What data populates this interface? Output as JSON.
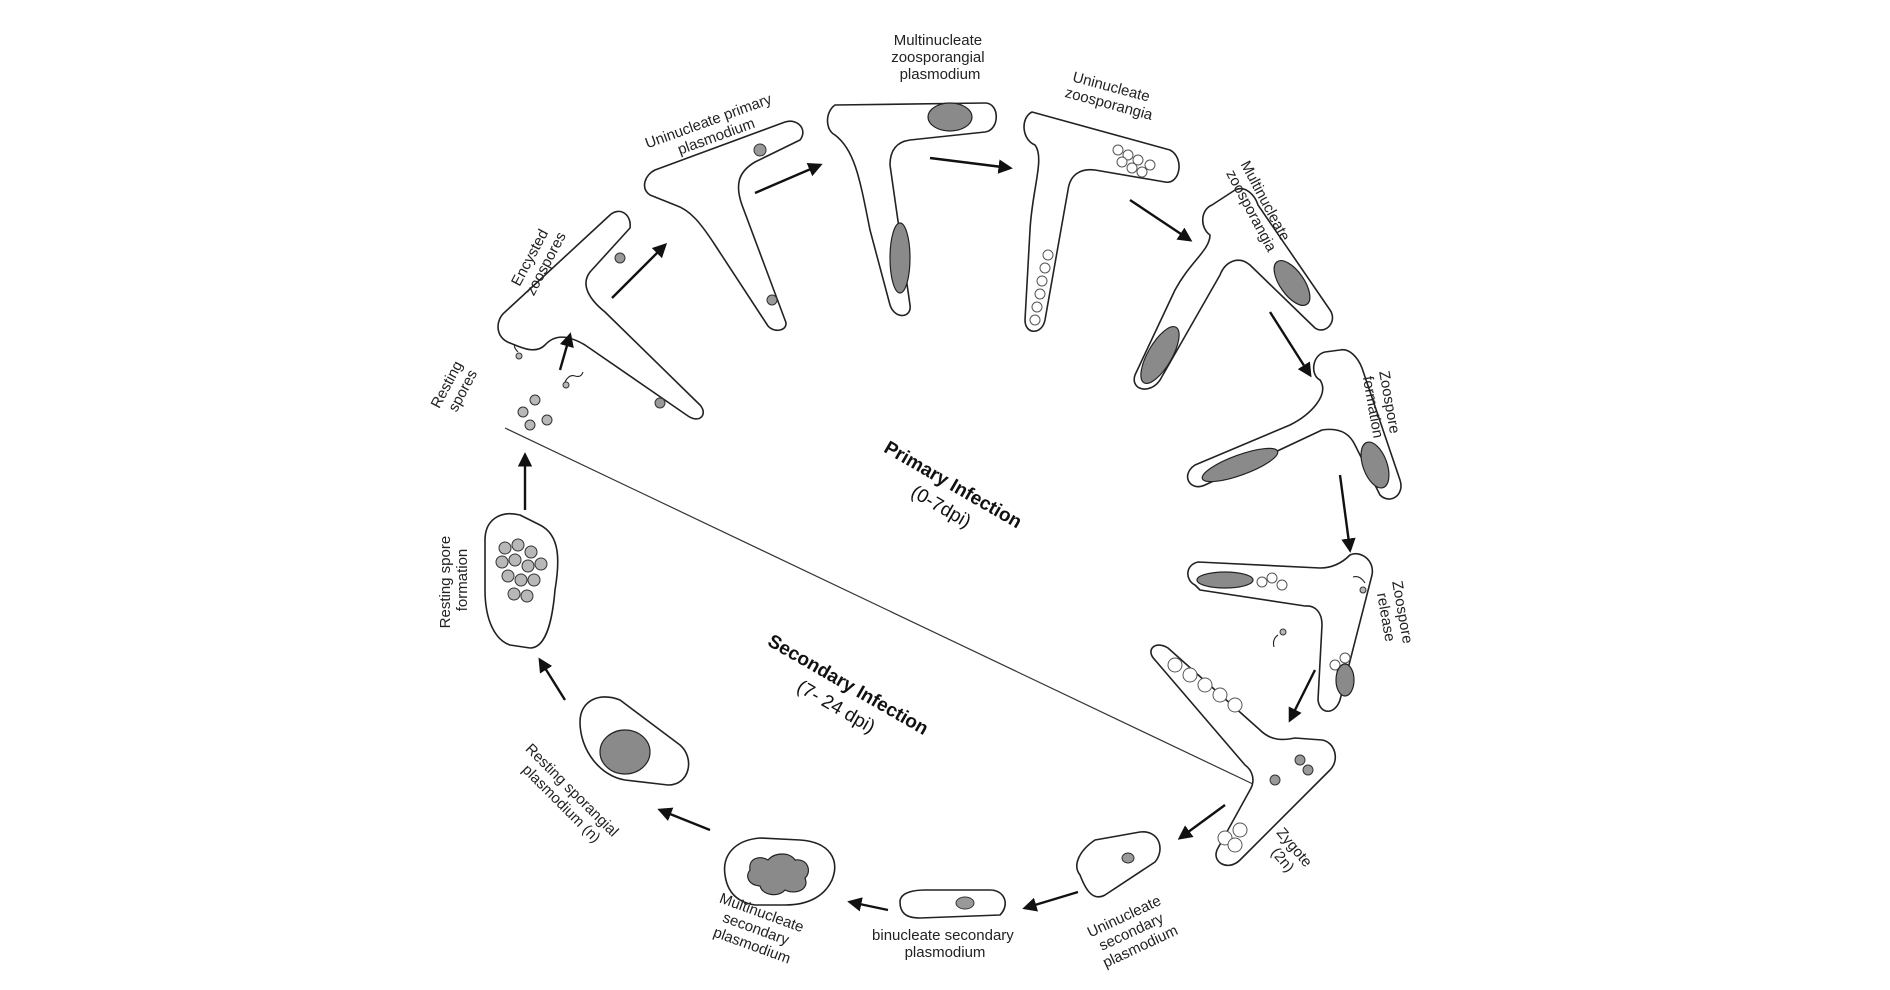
{
  "phases": {
    "primary": {
      "title": "Primary Infection",
      "range": "(0-7dpi)"
    },
    "secondary": {
      "title": "Secondary Infection",
      "range": "(7- 24 dpi)"
    }
  },
  "stages": {
    "resting_spores": [
      "Resting",
      "spores"
    ],
    "encysted_zoospores": [
      "Encysted",
      "zoospores"
    ],
    "uninucleate_primary": [
      "Uninucleate primary",
      "plasmodium"
    ],
    "multinucleate_zoosporangial": [
      "Multinucleate",
      "zoosporangial",
      "plasmodium"
    ],
    "uninucleate_zoosporangia": [
      "Uninucleate",
      "zoosporangia"
    ],
    "multinucleate_zoosporangia": [
      "Multinucleate",
      "zoosporangia"
    ],
    "zoospore_formation": [
      "Zoospore",
      "formation"
    ],
    "zoospore_release": [
      "Zoospore",
      "release"
    ],
    "zygote": [
      "Zygote",
      "(2n)"
    ],
    "uninucleate_secondary": [
      "Uninucleate",
      "secondary",
      "plasmodium"
    ],
    "binucleate_secondary": [
      "binucleate secondary",
      "plasmodium"
    ],
    "multinucleate_secondary": [
      "Multinucleate",
      "secondary",
      "plasmodium"
    ],
    "resting_sporangial": [
      "Resting sporangial",
      "plasmodium (n)"
    ],
    "resting_spore_formation": [
      "Resting spore",
      "formation"
    ]
  }
}
